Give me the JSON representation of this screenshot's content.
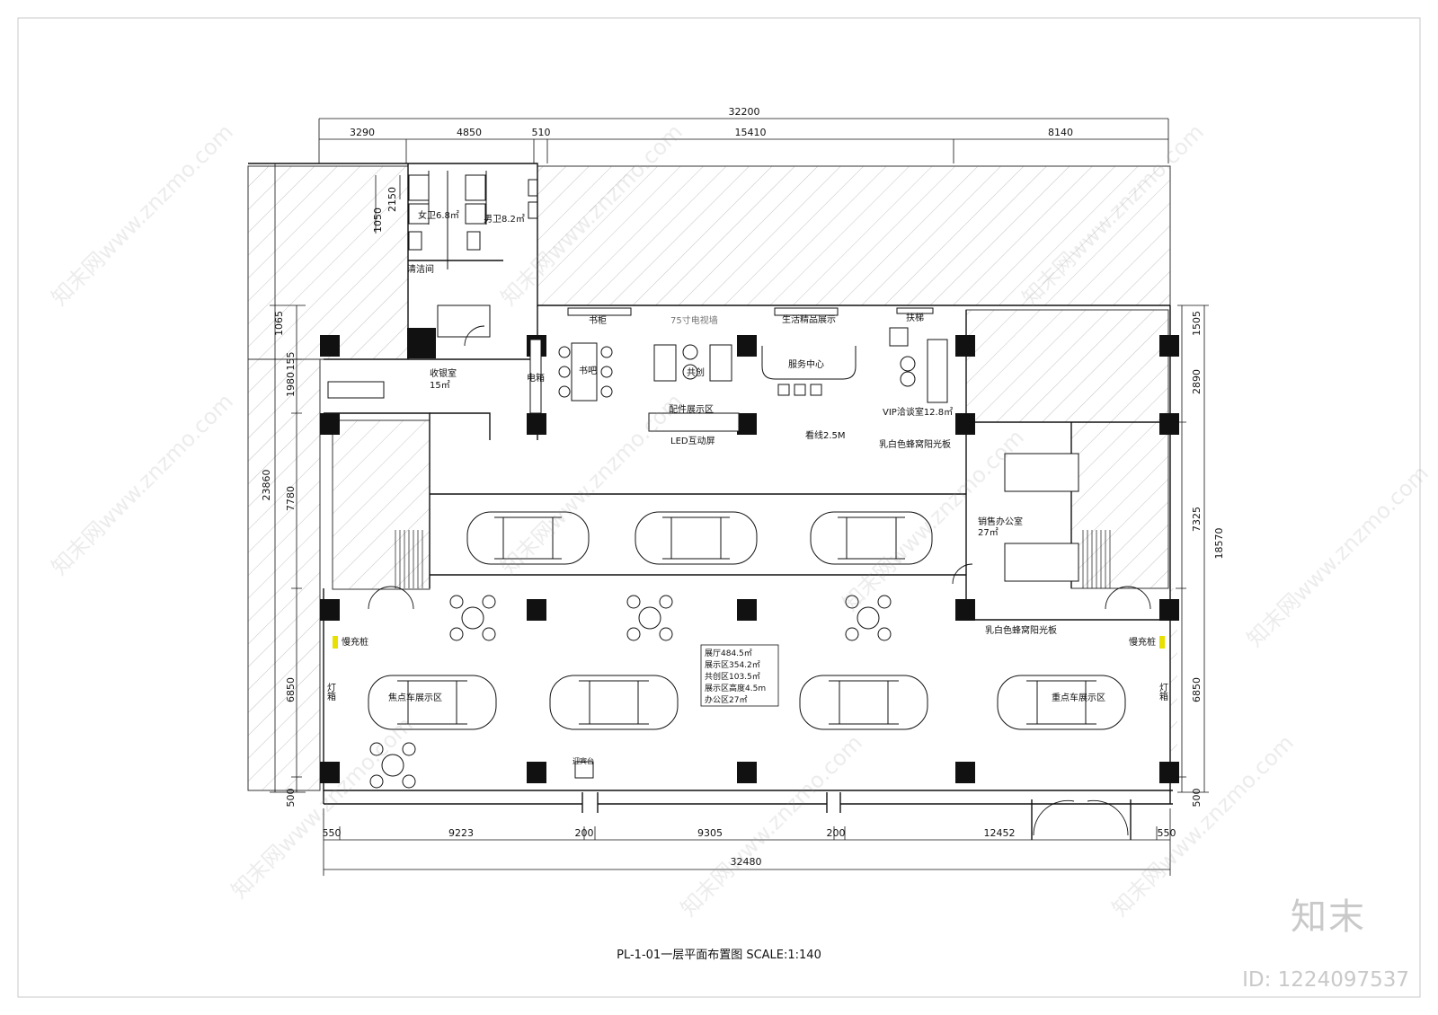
{
  "overall_dims": {
    "top_total": "32200",
    "top_segments": [
      "3290",
      "4850",
      "510",
      "15410",
      "8140"
    ],
    "bottom_total": "32480",
    "bottom_segments": [
      "550",
      "9223",
      "200",
      "9305",
      "200",
      "12452",
      "550"
    ],
    "left_total": "23860",
    "left_segments": [
      "2150",
      "1050",
      "1065",
      "155",
      "1980",
      "7780",
      "6850",
      "500"
    ],
    "right_total": "18570",
    "right_segments": [
      "1505",
      "2890",
      "7325",
      "6850",
      "500"
    ]
  },
  "rooms": {
    "female_wc": "女卫6.8㎡",
    "male_wc": "男卫8.2㎡",
    "cleaning": "清洁间",
    "cashier_name": "收银室",
    "cashier_area": "15㎡",
    "electrical": "电箱",
    "book_bar": "书吧",
    "bookcase": "书柜",
    "tv_wall": "75寸电视墙",
    "shared_space": "共创",
    "lifestyle_display": "生活精品展示",
    "service_center": "服务中心",
    "vip_room": "VIP洽谈室12.8㎡",
    "accessories": "配件展示区",
    "led_screen": "LED互动屏",
    "sightline": "看线2.5M",
    "sales_office_name": "销售办公室",
    "sales_office_area": "27㎡",
    "panel_top": "乳白色蜂窝阳光板",
    "panel_bottom": "乳白色蜂窝阳光板",
    "slow_charge_left": "慢充桩",
    "slow_charge_right": "慢充桩",
    "lightbox_left": "灯箱",
    "lightbox_right": "灯箱",
    "focus_car": "焦点车展示区",
    "key_car": "重点车展示区",
    "reception": "迎宾台",
    "top_label_right": "扶梯"
  },
  "area_summary": [
    "展厅484.5㎡",
    "展示区354.2㎡",
    "共创区103.5㎡",
    "展示区高度4.5m",
    "办公区27㎡"
  ],
  "sheet_title": "PL-1-01一层平面布置图 SCALE:1:140",
  "brand": "知末",
  "image_id": "ID: 1224097537",
  "watermark": "知末网www.znzmo.com",
  "colors": {
    "line": "#111111",
    "hatch": "#9a9a9a",
    "column": "#111111",
    "watermark": "#c9c9c9"
  }
}
